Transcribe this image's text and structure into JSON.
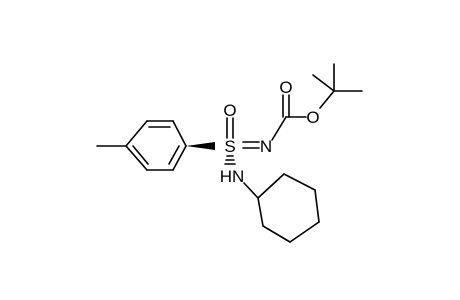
{
  "molecule": {
    "atoms": {
      "sulfur": "S",
      "sulfonyl_oxygen": "O",
      "imine_nitrogen": "N",
      "carbonyl_oxygen": "O",
      "ester_oxygen": "O",
      "amine": "HN"
    }
  }
}
